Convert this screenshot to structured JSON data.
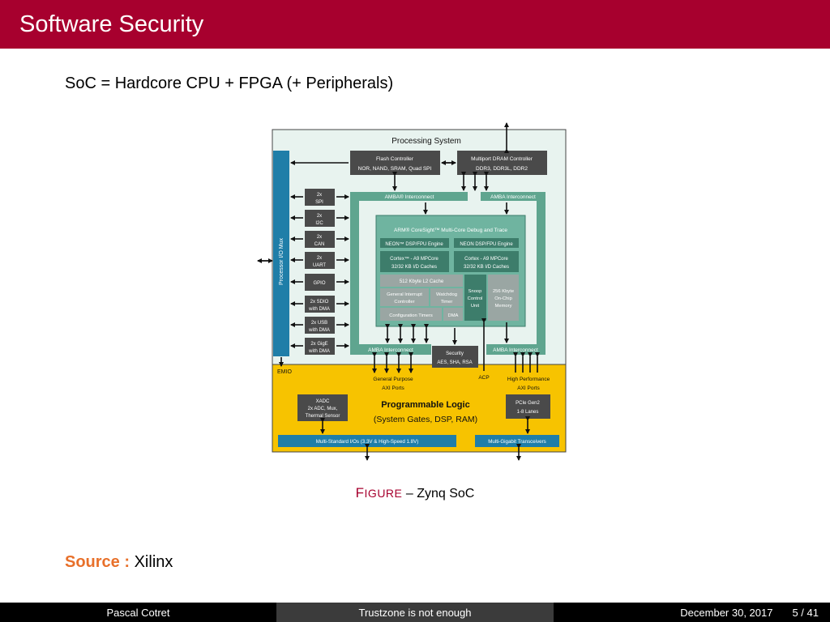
{
  "slide": {
    "title": "Software Security",
    "headline": "SoC = Hardcore CPU + FPGA (+ Peripherals)",
    "figure_label": "F",
    "figure_label_rest": "IGURE",
    "figure_separator": " – ",
    "figure_caption": "Zynq SoC",
    "source_label": "Source :",
    "source_value": " Xilinx"
  },
  "footer": {
    "author": "Pascal Cotret",
    "talk": "Trustzone is not enough",
    "date": "December 30, 2017",
    "page": "5 / 41"
  },
  "diagram": {
    "ps_title": "Processing System",
    "pl_title": "Programmable Logic",
    "pl_subtitle": "(System Gates, DSP, RAM)",
    "mio_label": "Processor I/O Mux",
    "emio_label": "EMIO",
    "flash_ctrl": [
      "Flash Controller",
      "NOR, NAND, SRAM, Quad SPI"
    ],
    "dram_ctrl": [
      "Multiport DRAM Controller",
      "DDR3, DDR3L, DDR2"
    ],
    "amba_top_left": "AMBA® Interconnect",
    "amba_top_right": "AMBA Interconnect",
    "amba_bottom_left": "AMBA Interconnect",
    "amba_bottom_right": "AMBA Interconnect",
    "peripherals": [
      [
        "2x",
        "SPI"
      ],
      [
        "2x",
        "I2C"
      ],
      [
        "2x",
        "CAN"
      ],
      [
        "2x",
        "UART"
      ],
      [
        "GPIO"
      ],
      [
        "2x SDIO",
        "with DMA"
      ],
      [
        "2x USB",
        "with DMA"
      ],
      [
        "2x GigE",
        "with DMA"
      ]
    ],
    "coresight": "ARM® CoreSight™ Multi-Core Debug and Trace",
    "neon_left": "NEON™ DSP/FPU Engine",
    "neon_right": "NEON DSP/FPU Engine",
    "cortex_left": [
      "Cortex™ - A9 MPCore",
      "32/32 KB I/D Caches"
    ],
    "cortex_right": [
      "Cortex - A9 MPCore",
      "32/32 KB I/D Caches"
    ],
    "l2_cache": "512 Kbyte L2 Cache",
    "gic": [
      "General Interrupt",
      "Controller"
    ],
    "watchdog": [
      "Watchdog",
      "Timer"
    ],
    "config_timers": "Configuration  Timers",
    "dma": "DMA",
    "snoop": [
      "Snoop",
      "Control",
      "Unit"
    ],
    "ocm": [
      "256 Kbyte",
      "On-Chip",
      "Memory"
    ],
    "security": [
      "Security",
      "AES, SHA, RSA"
    ],
    "acp": "ACP",
    "gp_ports": [
      "General Purpose",
      "AXI Ports"
    ],
    "hp_ports": [
      "High Performance",
      "AXI Ports"
    ],
    "xadc": [
      "XADC",
      "2x ADC, Mux,",
      "Thermal Sensor"
    ],
    "pcie": [
      "PCIe Gen2",
      "1-8 Lanes"
    ],
    "multi_io": "Multi-Standard I/Os (3.3V & High-Speed 1.8V)",
    "transceivers": "Multi-Gigabit Transceivers"
  },
  "colors": {
    "title_bar": "#a7002e",
    "accent_orange": "#e8702a",
    "ps_background": "#e8f3ef",
    "pl_background": "#f7c300",
    "teal": "#5fa58f",
    "dark_box": "#4a4a4a",
    "mio_bar": "#1f7ea8",
    "footer_dark": "#000000",
    "footer_mid": "#3b3b3b"
  },
  "icons": [
    "arrow-icon"
  ]
}
